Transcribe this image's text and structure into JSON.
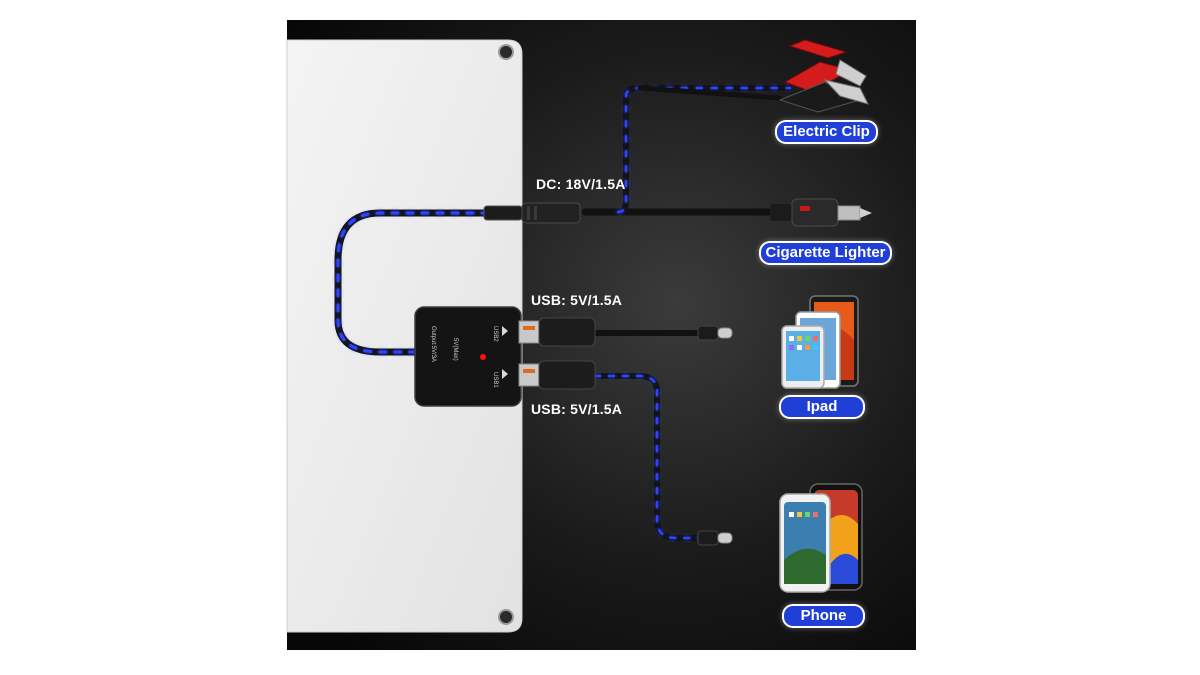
{
  "specs": {
    "dc": "DC:  18V/1.5A",
    "usb_top": "USB:  5V/1.5A",
    "usb_bottom": "USB:  5V/1.5A"
  },
  "badges": {
    "electric_clip": "Electric Clip",
    "cigarette_lighter": "Cigarette Lighter",
    "ipad": "Ipad",
    "phone": "Phone"
  },
  "hub": {
    "port_1": "USB1",
    "port_2": "USB2",
    "output_line1": "Output:5V/3A",
    "output_line2": "5V(Max)"
  },
  "colors": {
    "background": "#0e0e0e",
    "panel": "#ececec",
    "cable_glow": "#2a3cff",
    "badge": "#1f3fd6",
    "led": "#ff1010"
  }
}
